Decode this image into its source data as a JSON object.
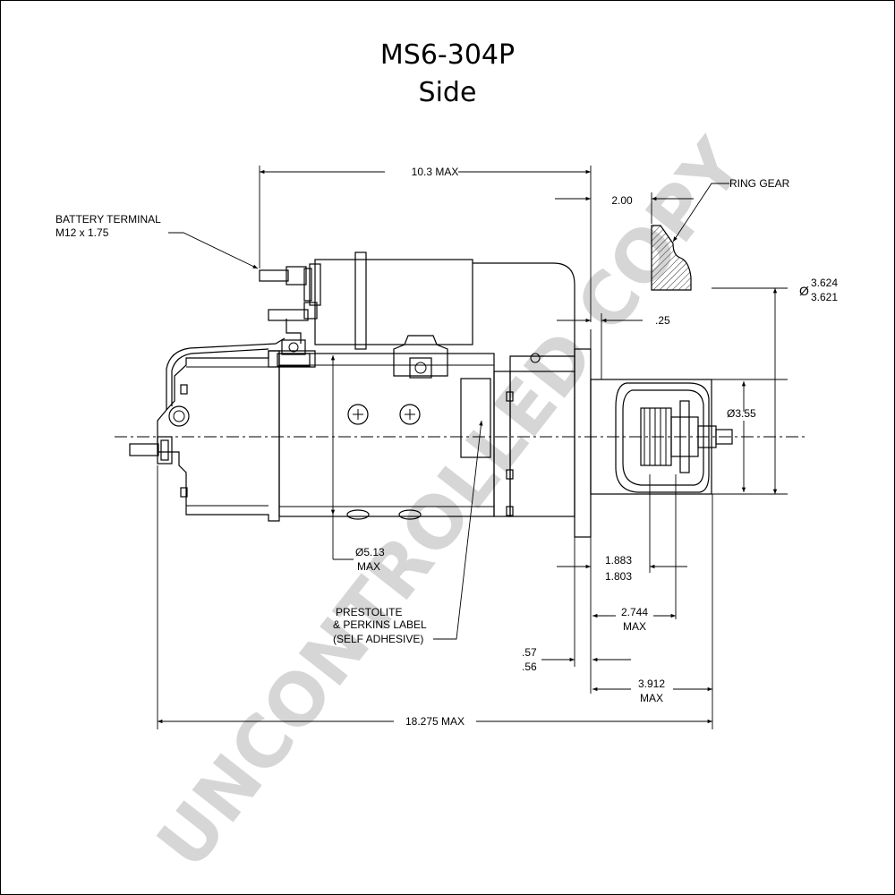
{
  "title": "MS6-304P",
  "subtitle": "Side",
  "watermark": "UNCONTROLLED COPY",
  "labels": {
    "battery_terminal_1": "BATTERY TERMINAL",
    "battery_terminal_2": "M12 x 1.75",
    "ring_gear": "RING GEAR",
    "label_1": "PRESTOLITE",
    "label_2": "& PERKINS LABEL",
    "label_3": "(SELF ADHESIVE)"
  },
  "dimensions": {
    "max_length_top": "10.3 MAX",
    "ring_gear_offset": "2.00",
    "flange_thickness": ".25",
    "pilot_dia_upper": "3.624",
    "pilot_dia_lower": "3.621",
    "pilot_dia_symbol": "Ø",
    "pinion_dia": "Ø3.55",
    "body_dia": "Ø5.13",
    "body_dia_max": "MAX",
    "pinion_offset_upper": "1.883",
    "pinion_offset_lower": "1.803",
    "pinion_len": "2.744",
    "pinion_len_max": "MAX",
    "flange_upper": ".57",
    "flange_lower": ".56",
    "nose_len": "3.912",
    "nose_len_max": "MAX",
    "overall_length": "18.275 MAX"
  },
  "colors": {
    "line": "#000000",
    "watermark": "#d6d6d6",
    "background": "#ffffff"
  }
}
